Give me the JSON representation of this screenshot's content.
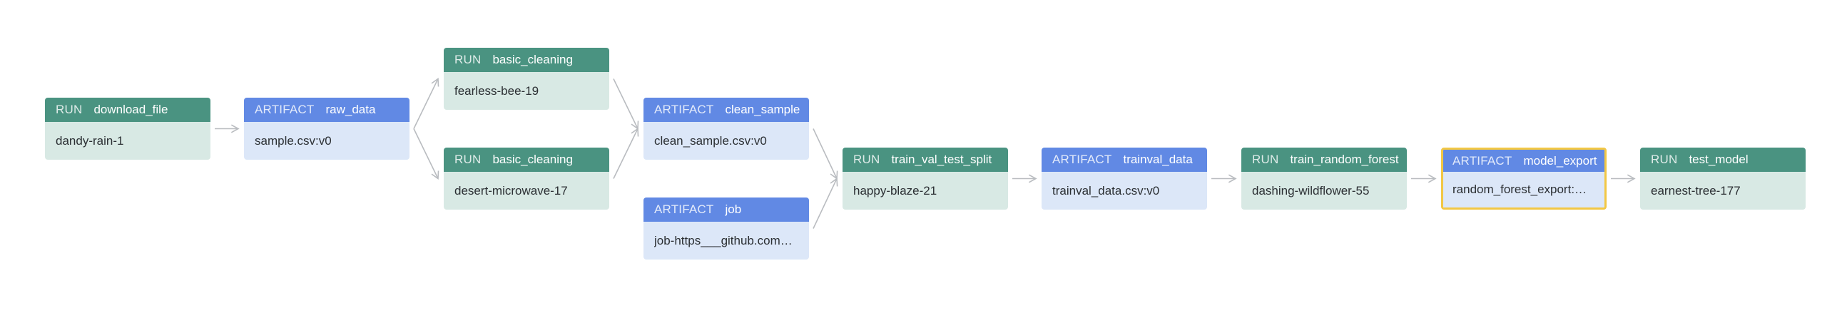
{
  "nodes": [
    {
      "id": "n1",
      "kind": "RUN",
      "title": "download_file",
      "value": "dandy-rain-1"
    },
    {
      "id": "n2",
      "kind": "ARTIFACT",
      "title": "raw_data",
      "value": "sample.csv:v0"
    },
    {
      "id": "n3",
      "kind": "RUN",
      "title": "basic_cleaning",
      "value": "fearless-bee-19"
    },
    {
      "id": "n4",
      "kind": "RUN",
      "title": "basic_cleaning",
      "value": "desert-microwave-17"
    },
    {
      "id": "n5",
      "kind": "ARTIFACT",
      "title": "clean_sample",
      "value": "clean_sample.csv:v0"
    },
    {
      "id": "n6",
      "kind": "ARTIFACT",
      "title": "job",
      "value": "job-https___github.com…"
    },
    {
      "id": "n7",
      "kind": "RUN",
      "title": "train_val_test_split",
      "value": "happy-blaze-21"
    },
    {
      "id": "n8",
      "kind": "ARTIFACT",
      "title": "trainval_data",
      "value": "trainval_data.csv:v0"
    },
    {
      "id": "n9",
      "kind": "RUN",
      "title": "train_random_forest",
      "value": "dashing-wildflower-55"
    },
    {
      "id": "n10",
      "kind": "ARTIFACT",
      "title": "model_export",
      "value": "random_forest_export:…",
      "selected": true
    },
    {
      "id": "n11",
      "kind": "RUN",
      "title": "test_model",
      "value": "earnest-tree-177"
    }
  ],
  "edges": [
    [
      "n1",
      "n2"
    ],
    [
      "n2",
      "n3"
    ],
    [
      "n2",
      "n4"
    ],
    [
      "n3",
      "n5"
    ],
    [
      "n4",
      "n5"
    ],
    [
      "n5",
      "n7"
    ],
    [
      "n6",
      "n7"
    ],
    [
      "n7",
      "n8"
    ],
    [
      "n8",
      "n9"
    ],
    [
      "n9",
      "n10"
    ],
    [
      "n10",
      "n11"
    ]
  ],
  "colors": {
    "run_header": "#4a9381",
    "run_body": "#d8e9e4",
    "artifact_header": "#6189e4",
    "artifact_body": "#dce7f8",
    "selected_border": "#f2c744",
    "edge": "#b9bcc0"
  }
}
